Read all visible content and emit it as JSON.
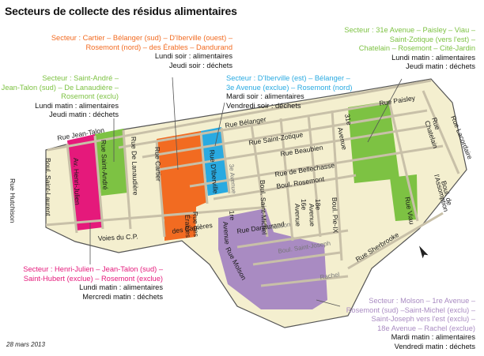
{
  "title": "Secteurs de collecte des résidus alimentaires",
  "date": "28 mars 2013",
  "colors": {
    "orange": "#f26b21",
    "green": "#7dc243",
    "blue": "#29aae1",
    "pink": "#e5197b",
    "purple": "#a98bc2",
    "base": "#f4efcf",
    "road": "#c8c0a8"
  },
  "legends": {
    "orange": {
      "sector": [
        "Secteur : Cartier – Bélanger (sud) – D'Iberville (ouest) –",
        "Rosemont (nord) – des Érables – Dandurand"
      ],
      "schedule": [
        "Lundi soir : alimentaires",
        "Jeudi soir : déchets"
      ]
    },
    "green_left": {
      "sector": [
        "Secteur : Saint-André –",
        "Jean-Talon (sud) – De Lanaudière –",
        "Rosemont (exclu)"
      ],
      "schedule": [
        "Lundi matin : alimentaires",
        "Jeudi matin : déchets"
      ]
    },
    "blue": {
      "sector": [
        "Secteur : D'Iberville (est) – Bélanger –",
        "3e Avenue (exclue) – Rosemont (nord)"
      ],
      "schedule": [
        "Mardi soir : alimentaires",
        "Vendredi soir : déchets"
      ]
    },
    "green_right": {
      "sector": [
        "Secteur : 31e Avenue – Paisley – Viau –",
        "Saint-Zotique (vers l'est) –",
        "Chatelain – Rosemont – Cité-Jardin"
      ],
      "schedule": [
        "Lundi matin : alimentaires",
        "Jeudi matin : déchets"
      ]
    },
    "pink": {
      "sector": [
        "Secteur : Henri-Julien – Jean-Talon (sud) –",
        "Saint-Hubert (exclue) – Rosemont (exclue)"
      ],
      "schedule": [
        "Lundi matin : alimentaires",
        "Mercredi matin : déchets"
      ]
    },
    "purple": {
      "sector": [
        "Secteur : Molson – 1re Avenue –",
        "Rosemont (sud) –Saint-Michel (exclu) –",
        "Saint-Joseph vers l'est (exclu) –",
        "18e Avenue – Rachel (exclue)"
      ],
      "schedule": [
        "Mardi matin : alimentaires",
        "Vendredi matin : déchets"
      ]
    }
  },
  "streets": {
    "jean_talon": "Rue Jean-Talon",
    "belanger": "Rue Bélanger",
    "paisley": "Rue Paisley",
    "saint_zotique": "Rue Saint-Zotique",
    "beaubien": "Rue Beaubien",
    "bellechasse": "Rue de Bellechasse",
    "rosemont": "Boul. Rosemont",
    "dandurand": "Rue Dandurand",
    "masson": "Masson",
    "saint_joseph": "Boul. Saint-Joseph",
    "rachel": "Rachel",
    "sherbrooke": "Rue Sherbrooke",
    "voies_cp": "Voies du C.P.",
    "hutchison": "Rue Hutchison",
    "saint_laurent": "Boul. Saint-Laurent",
    "henri_julien": "Av. Henri-Julien",
    "saint_andre": "Rue Saint-André",
    "de_lanaudiere": "Rue De Lanaudière",
    "cartier": "Rue Cartier",
    "d_iberville": "Rue D'Iberville",
    "carrieres": "des Carrières",
    "des_erables": [
      "Rue des",
      "Érables"
    ],
    "troisieme": "3e Avenue",
    "premiere": [
      "1re",
      "Avenue"
    ],
    "saint_michel": "Boul. Saint-Michel",
    "seizieme": [
      "16e",
      "Avenue"
    ],
    "dixhuitieme": [
      "18e",
      "Avenue"
    ],
    "pie_ix": "Boul. Pie-IX",
    "molson": "Rue Molson",
    "trente_et_unieme": [
      "31e",
      "Avenue"
    ],
    "viau": "Rue Viau",
    "chatelain": [
      "Rue",
      "Chatelain"
    ],
    "lacordaire": "Rue Lacordaire",
    "assomption": [
      "Boul. de",
      "l'Assomption"
    ]
  },
  "north_arrow": "north-arrow"
}
